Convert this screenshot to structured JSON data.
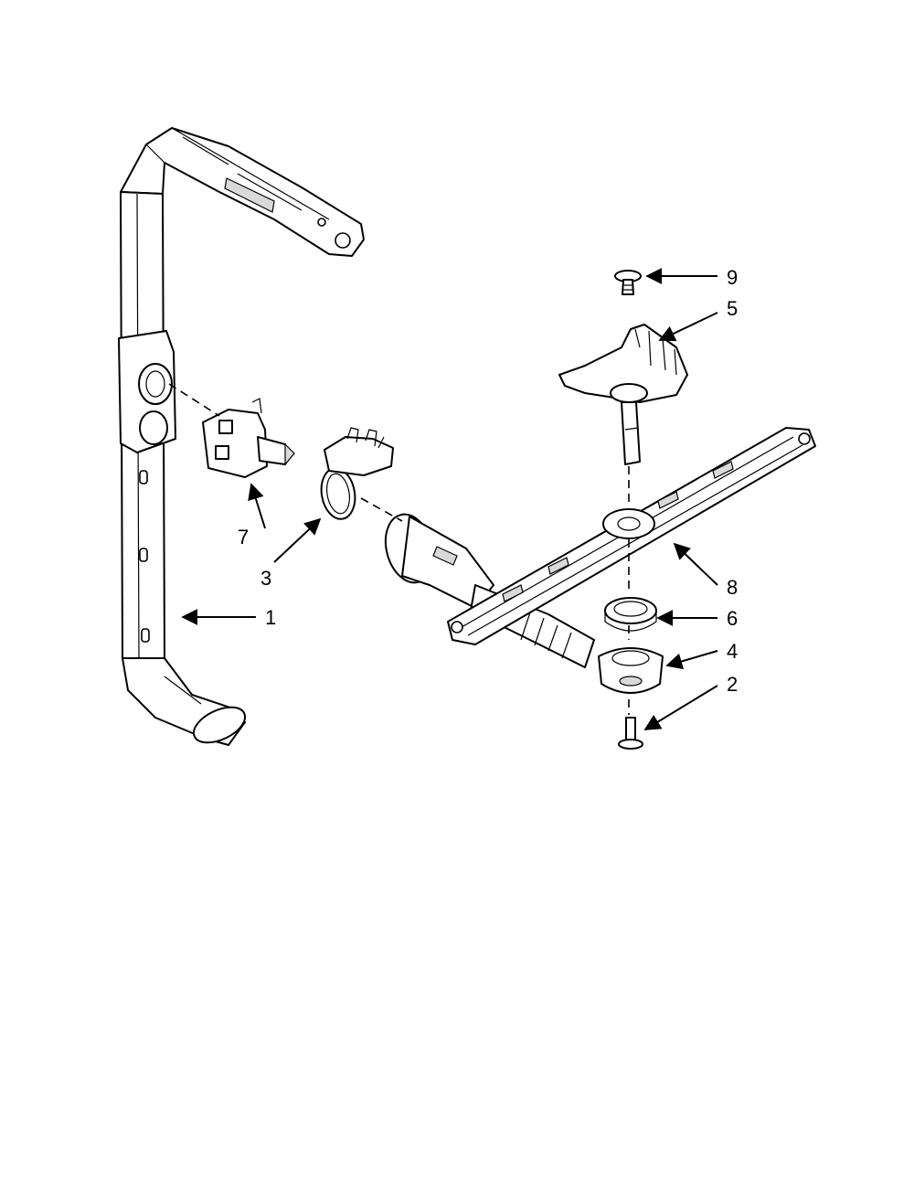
{
  "callouts": [
    {
      "id": "c1",
      "number": "1"
    },
    {
      "id": "c2",
      "number": "2"
    },
    {
      "id": "c3",
      "number": "3"
    },
    {
      "id": "c4",
      "number": "4"
    },
    {
      "id": "c5",
      "number": "5"
    },
    {
      "id": "c6",
      "number": "6"
    },
    {
      "id": "c7",
      "number": "7"
    },
    {
      "id": "c8",
      "number": "8"
    },
    {
      "id": "c9",
      "number": "9"
    }
  ]
}
